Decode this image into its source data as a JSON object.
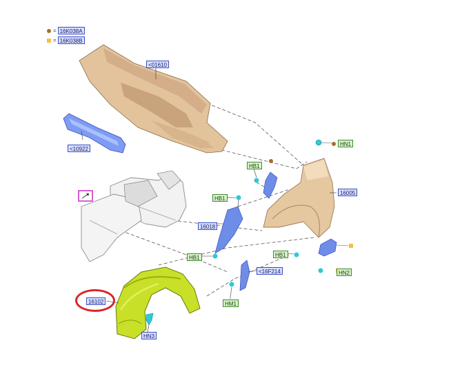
{
  "legend": [
    {
      "code": "16K038A",
      "symbol": "brown-dot-icon",
      "color": "#a86a2c"
    },
    {
      "code": "16K038B",
      "symbol": "yellow-square-icon",
      "color": "#f4c040"
    }
  ],
  "callouts": {
    "c01610": "<01610",
    "c10922": "<10922",
    "hn1": "HN1",
    "hb1_top": "HB1",
    "c16005": "16005",
    "hb1_mid": "HB1",
    "c16018": "16018",
    "hb1_low": "HB1",
    "hb1_right": "HB1",
    "c16f214": "<16F214",
    "hn2": "HN2",
    "hm1": "HM1",
    "c16102": "16102",
    "hn3": "HN3"
  },
  "colors": {
    "cowl": "#e2c39c",
    "fender": "#e6c8a0",
    "bracket_blue": "#6e8de6",
    "liner_green": "#c8e028",
    "clip_cyan": "#2fc8d8",
    "highlight_red": "#d8262a",
    "external_ref_magenta": "#d14fd0"
  }
}
